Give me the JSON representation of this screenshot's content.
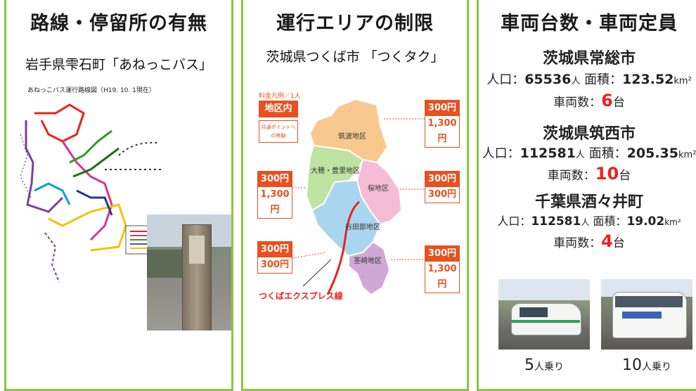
{
  "panel1": {
    "title": "路線・停留所の有無",
    "subtitle": "岩手県雫石町「あねっこバス」",
    "map_title": "あねっこバス運行路線図（H19. 10. 1現在）"
  },
  "panel2": {
    "title": "運行エリアの制限",
    "subtitle": "茨城県つくば市 「つくタク」",
    "legend_label": "料金凡例／1人",
    "legend_box": "地区内",
    "legend_note": "共通ポイントへの移動",
    "districts": [
      "筑波地区",
      "大穂・豊里地区",
      "桜地区",
      "谷田部地区",
      "茎崎地区"
    ],
    "fares": {
      "tsukuba": [
        "300円",
        "1,300円"
      ],
      "oho": [
        "300円",
        "1,300円"
      ],
      "sakura": [
        "300円",
        "300円"
      ],
      "yatabe": [
        "300円",
        "300円"
      ],
      "kukizaki": [
        "300円",
        "1,300円"
      ]
    },
    "rail_label": "つくばエクスプレス線"
  },
  "panel3": {
    "title": "車両台数・車両定員",
    "cities": [
      {
        "name": "茨城県常総市",
        "pop_label": "人口：",
        "pop": "65536",
        "pop_unit": "人",
        "area_label": "面積：",
        "area": "123.52",
        "area_unit": "km²",
        "count_label": "車両数：",
        "count": "6",
        "count_unit": "台"
      },
      {
        "name": "茨城県筑西市",
        "pop_label": "人口：",
        "pop": "112581",
        "pop_unit": "人",
        "area_label": "面積：",
        "area": "205.35",
        "area_unit": "km²",
        "count_label": "車両数：",
        "count": "10",
        "count_unit": "台"
      },
      {
        "name": "千葉県酒々井町",
        "pop_label": "人口：",
        "pop": "112581",
        "pop_unit": "人",
        "area_label": "面積：",
        "area": "19.02",
        "area_unit": "km²",
        "count_label": "車両数：",
        "count": "4",
        "count_unit": "台"
      }
    ],
    "vehicles": [
      {
        "num": "5",
        "unit": "人乗り"
      },
      {
        "num": "10",
        "unit": "人乗り"
      }
    ]
  },
  "colors": {
    "border": "#8cc63f",
    "accent": "#e8501e",
    "count": "#e8231e"
  }
}
